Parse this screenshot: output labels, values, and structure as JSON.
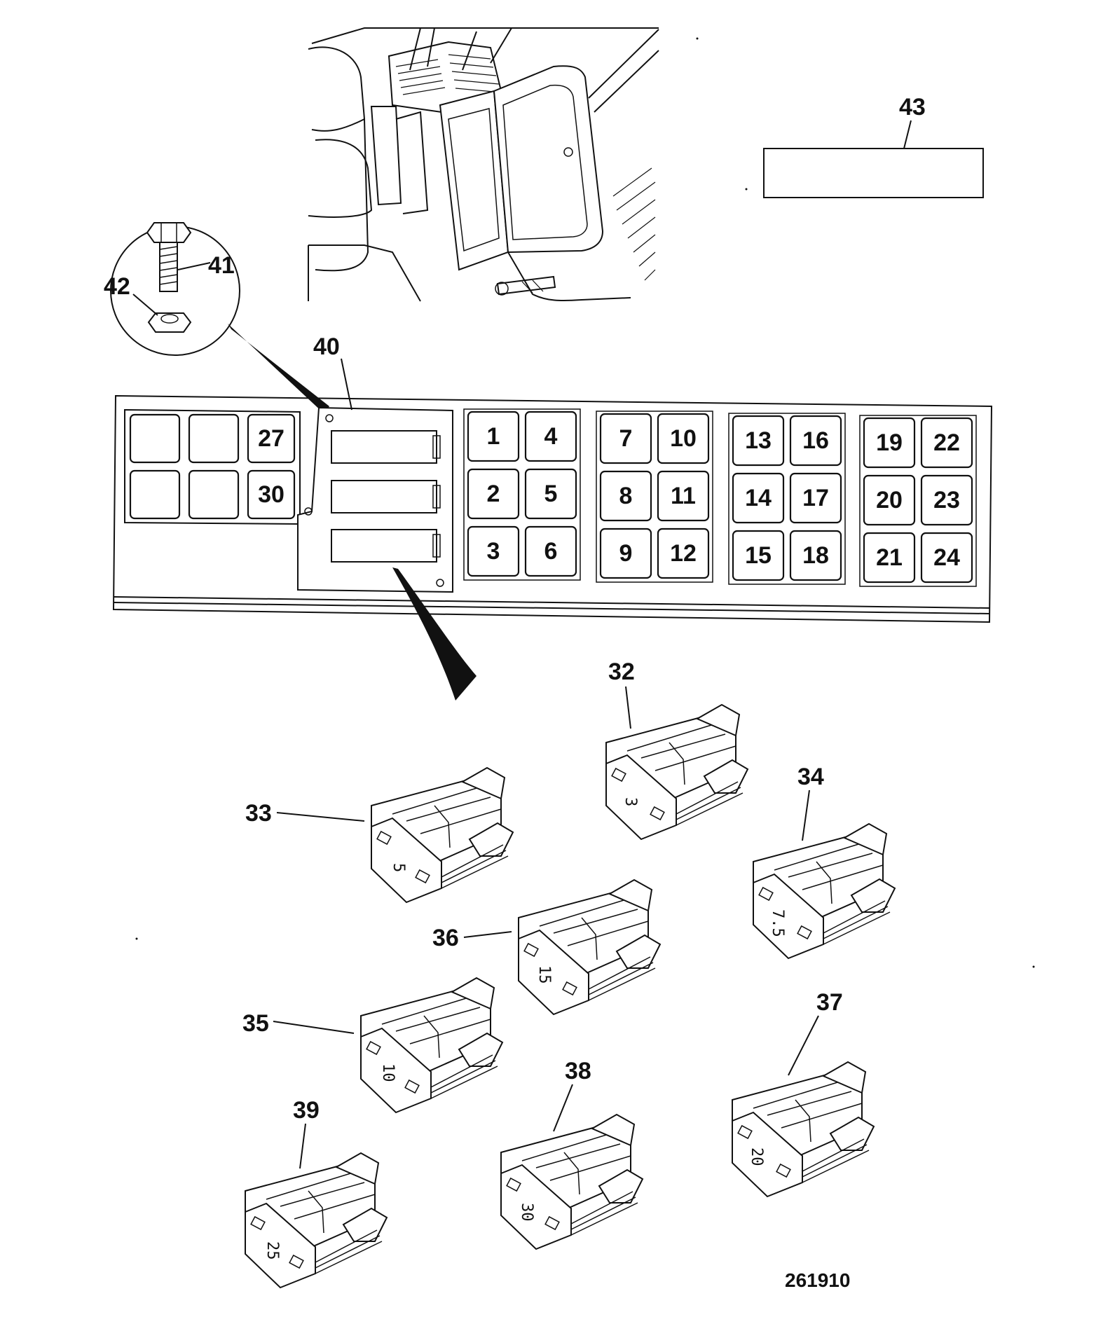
{
  "callouts": {
    "c40": "40",
    "c41": "41",
    "c42": "42",
    "c43": "43",
    "c32": "32",
    "c33": "33",
    "c34": "34",
    "c35": "35",
    "c36": "36",
    "c37": "37",
    "c38": "38",
    "c39": "39"
  },
  "fusebox": {
    "left_slots": [
      "",
      "",
      "27",
      "",
      "",
      "30"
    ],
    "groups": [
      [
        "1",
        "4",
        "2",
        "5",
        "3",
        "6"
      ],
      [
        "7",
        "10",
        "8",
        "11",
        "9",
        "12"
      ],
      [
        "13",
        "16",
        "14",
        "17",
        "15",
        "18"
      ],
      [
        "19",
        "22",
        "20",
        "23",
        "21",
        "24"
      ]
    ]
  },
  "fuse_ratings": {
    "f32": "3",
    "f33": "5",
    "f34": "7.5",
    "f35": "10",
    "f36": "15",
    "f37": "20",
    "f38": "30",
    "f39": "25"
  },
  "drawing_number": "261910"
}
